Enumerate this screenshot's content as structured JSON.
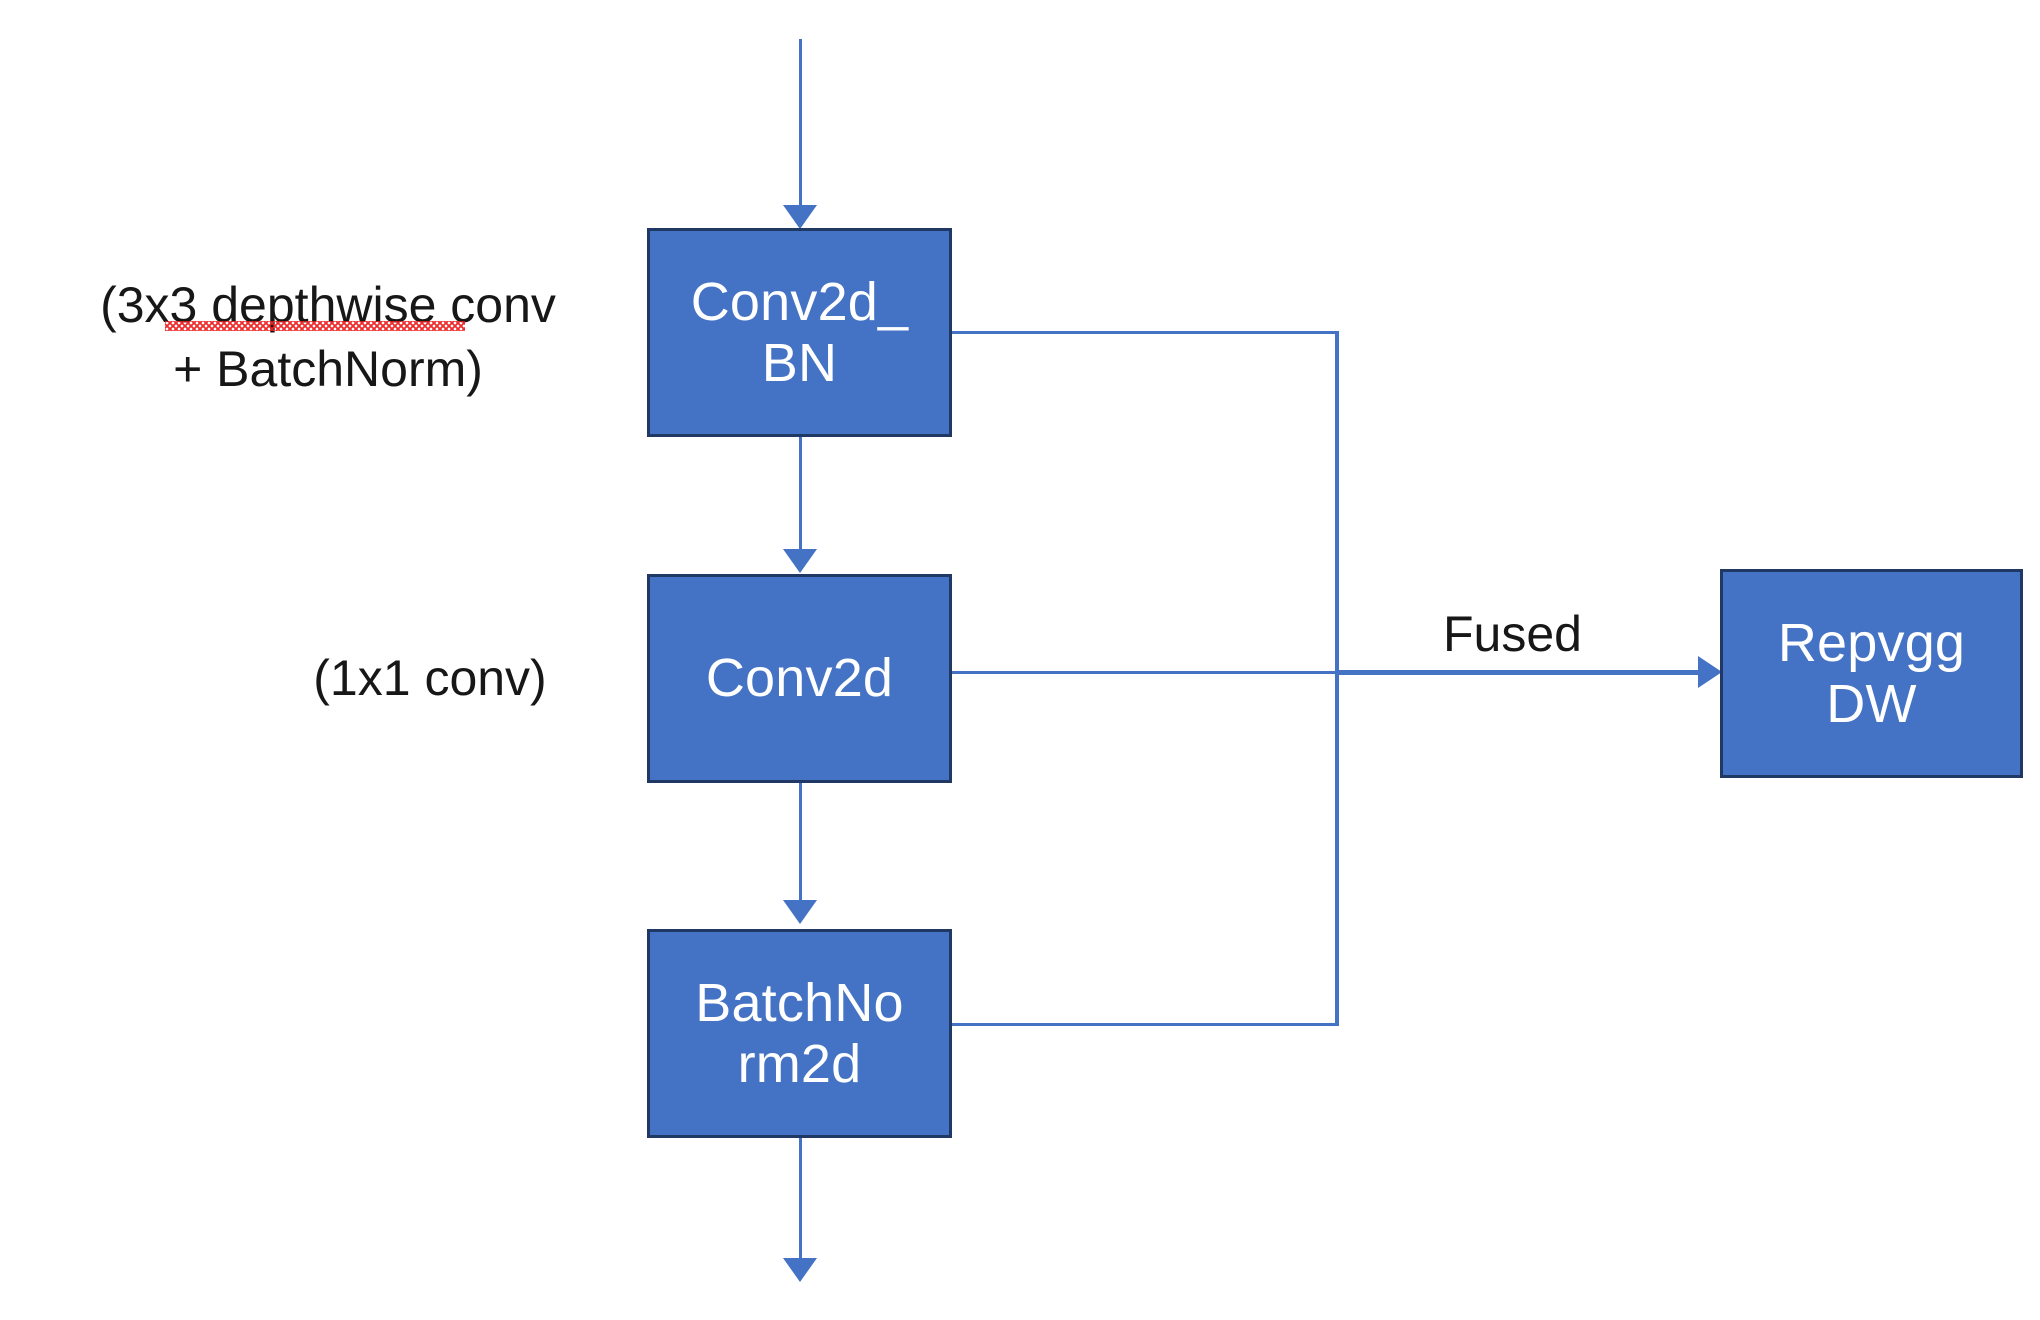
{
  "diagram": {
    "title": "RepVGG depthwise branch fusion diagram",
    "colors": {
      "node_fill": "#4472C4",
      "node_border": "#1F3864",
      "node_text": "#FFFFFF",
      "connector": "#4472C4",
      "caption_text": "#171717",
      "spellcheck_underline": "#EE2222",
      "background": "#FFFFFF"
    },
    "nodes": [
      {
        "id": "conv2d_bn",
        "label": "Conv2d_\nBN"
      },
      {
        "id": "conv2d",
        "label": "Conv2d"
      },
      {
        "id": "batchnorm2d",
        "label": "BatchNo\nrm2d"
      },
      {
        "id": "repvgg_dw",
        "label": "Repvgg\nDW"
      }
    ],
    "captions": [
      {
        "id": "dw_conv_bn",
        "text": "(3x3 depthwise conv\n+ BatchNorm)"
      },
      {
        "id": "pointwise",
        "text": "(1x1 conv)"
      }
    ],
    "edge_labels": [
      {
        "id": "fused",
        "text": "Fused"
      }
    ]
  }
}
